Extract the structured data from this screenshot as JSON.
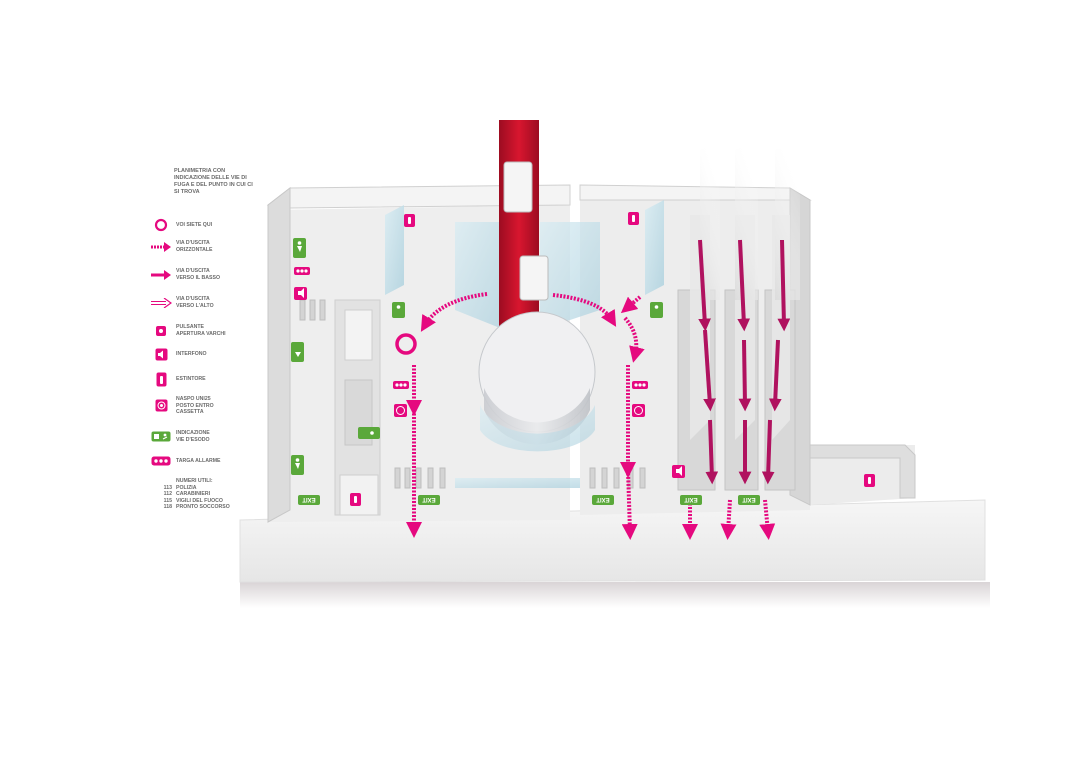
{
  "colors": {
    "accent": "#e5097f",
    "green": "#5aa83a",
    "red": "#c8102e",
    "text": "#6a6a6a"
  },
  "legend": {
    "title": "PLANIMETRIA CON INDICAZIONE DELLE VIE DI FUGA E DEL PUNTO IN CUI CI SI TROVA",
    "items": [
      {
        "icon": "you-are-here-icon",
        "label": "VOI SIETE QUI"
      },
      {
        "icon": "horizontal-exit-arrow-icon",
        "label": "VIA D'USCITA\nORIZZONTALE"
      },
      {
        "icon": "down-exit-arrow-icon",
        "label": "VIA D'USCITA\nVERSO IL BASSO"
      },
      {
        "icon": "up-exit-arrow-icon",
        "label": "VIA D'USCITA\nVERSO L'ALTO"
      },
      {
        "icon": "gate-button-icon",
        "label": "PULSANTE\nAPERTURA VARCHI"
      },
      {
        "icon": "intercom-icon",
        "label": "INTERFONO"
      },
      {
        "icon": "fire-extinguisher-icon",
        "label": "ESTINTORE"
      },
      {
        "icon": "fire-hose-icon",
        "label": "NASPO UNI25\nPOSTO ENTRO\nCASSETTA"
      },
      {
        "icon": "emergency-exit-icon",
        "label": "INDICAZIONE\nVIE D'ESODO"
      },
      {
        "icon": "alarm-panel-icon",
        "label": "TARGA ALLARME"
      }
    ],
    "numbers_title": "NUMERI UTILI:",
    "numbers": [
      {
        "num": "113",
        "label": "POLIZIA"
      },
      {
        "num": "112",
        "label": "CARABINIERI"
      },
      {
        "num": "115",
        "label": "VIGILI DEL FUOCO"
      },
      {
        "num": "118",
        "label": "PRONTO SOCCORSO"
      }
    ]
  },
  "plan": {
    "exit_label": "EXIT"
  }
}
